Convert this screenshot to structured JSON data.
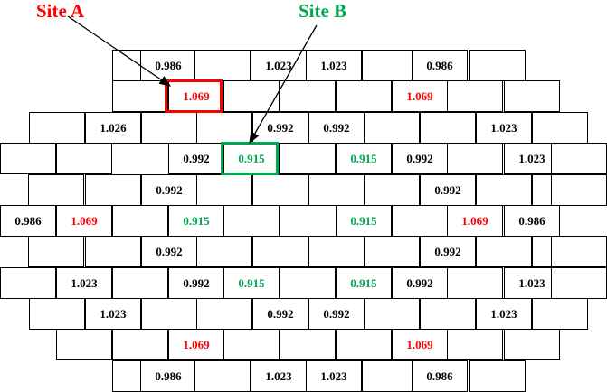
{
  "labels": {
    "site_a": "Site A",
    "site_b": "Site B"
  },
  "colors": {
    "red": "#ff0000",
    "green": "#00a651",
    "black": "#000000"
  },
  "rows": [
    [
      "",
      "0.986",
      "",
      "1.023",
      "1.023",
      "",
      "0.986",
      ""
    ],
    [
      "",
      "1.069",
      "",
      "",
      "",
      "1.069",
      "",
      ""
    ],
    [
      "",
      "1.026",
      "",
      "",
      "0.992",
      "0.992",
      "",
      "",
      "1.023",
      ""
    ],
    [
      "",
      "",
      "0.992",
      "0.915",
      "",
      "0.915",
      "0.992",
      "",
      "1.023",
      ""
    ],
    [
      "",
      "",
      "0.992",
      "",
      "",
      "",
      "",
      "0.992",
      "",
      "",
      ""
    ],
    [
      "0.986",
      "1.069",
      "",
      "0.915",
      "",
      "0.915",
      "",
      "1.069",
      "0.986"
    ],
    [
      "",
      "",
      "0.992",
      "",
      "",
      "",
      "",
      "0.992",
      "",
      "",
      ""
    ],
    [
      "",
      "1.023",
      "",
      "0.992",
      "0.915",
      "",
      "0.915",
      "0.992",
      "",
      "1.023",
      ""
    ],
    [
      "",
      "1.023",
      "",
      "",
      "0.992",
      "0.992",
      "",
      "",
      "1.023",
      ""
    ],
    [
      "",
      "",
      "1.069",
      "",
      "",
      "",
      "1.069",
      "",
      ""
    ],
    [
      "",
      "0.986",
      "",
      "1.023",
      "1.023",
      "",
      "0.986",
      ""
    ]
  ]
}
